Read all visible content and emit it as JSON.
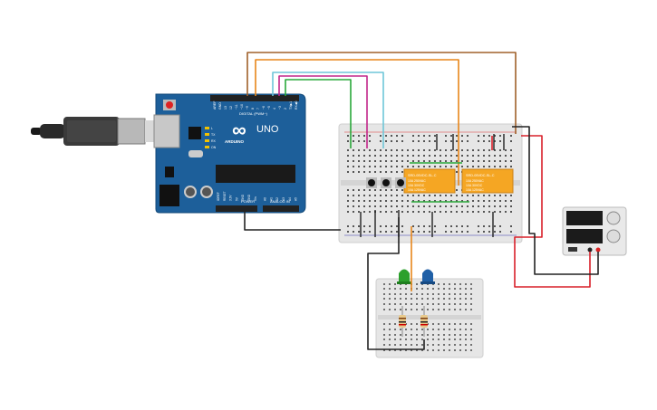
{
  "arduino": {
    "brand": "ARDUINO",
    "model": "UNO",
    "digital_label": "DIGITAL (PWM~)",
    "power_label": "POWER",
    "analog_label": "ANALOG IN",
    "digital_pins": [
      "AREF",
      "GND",
      "13",
      "12",
      "~11",
      "~10",
      "~9",
      "8",
      "7",
      "~6",
      "~5",
      "4",
      "~3",
      "2",
      "TX▶1",
      "RX◀0"
    ],
    "power_pins": [
      "IOREF",
      "RESET",
      "3.3V",
      "5V",
      "GND",
      "GND",
      "Vin"
    ],
    "analog_pins": [
      "A0",
      "A1",
      "A2",
      "A3",
      "A4",
      "A5"
    ],
    "leds": [
      "L",
      "TX",
      "RX",
      "ON"
    ],
    "logo_glyph": "∞"
  },
  "relays": [
    {
      "part": "SRD-05VDC-SL-C",
      "l1": "10A 250VAC",
      "l2": "10A 30VDC",
      "l3": "10A 125VAC"
    },
    {
      "part": "SRD-05VDC-SL-C",
      "l1": "10A 250VAC",
      "l2": "10A 30VDC",
      "l3": "10A 125VAC"
    }
  ],
  "colors": {
    "board": "#1d5f9a",
    "breadboard": "#e6e6e6",
    "relay": "#f5a623",
    "wire_orange": "#e8861a",
    "wire_brown": "#a0602a",
    "wire_cyan": "#6ec6d8",
    "wire_magenta": "#c2268a",
    "wire_green": "#2aa83a",
    "wire_red": "#d9202a",
    "wire_black": "#222222",
    "led_green": "#2ca02c",
    "led_blue": "#1f5fa6"
  }
}
